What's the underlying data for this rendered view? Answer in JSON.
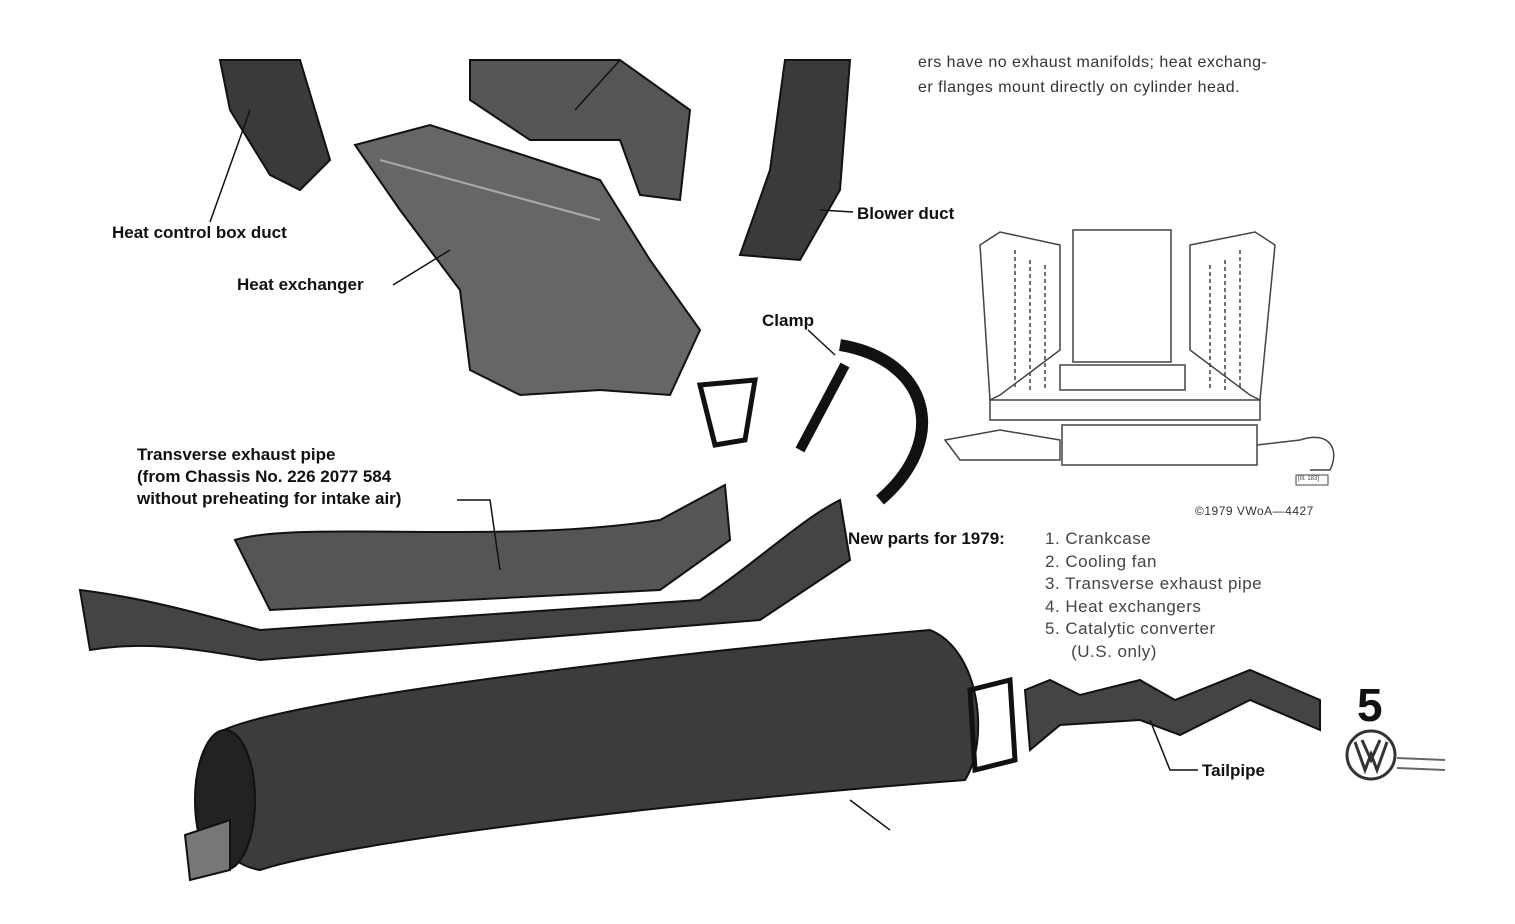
{
  "caption_top": [
    "ers have no exhaust manifolds; heat exchang-",
    "er flanges mount directly on cylinder head."
  ],
  "labels": {
    "heat_control_box_duct": "Heat control box duct",
    "heat_exchanger": "Heat exchanger",
    "blower_duct": "Blower duct",
    "clamp": "Clamp",
    "transverse_pipe": [
      "Transverse exhaust pipe",
      "(from Chassis No. 226 2077 584",
      "without preheating for intake air)"
    ],
    "tailpipe": "Tailpipe"
  },
  "schematic_code": "[Ill. 183]",
  "copyright": "©1979 VWoA—4427",
  "new_parts": {
    "title": "New parts for 1979:",
    "items": [
      "1.  Crankcase",
      "2.  Cooling fan",
      "3.  Transverse exhaust pipe",
      "4.  Heat exchangers",
      "5.  Catalytic converter",
      "     (U.S. only)"
    ]
  },
  "page_number": "5",
  "logo": "VW"
}
